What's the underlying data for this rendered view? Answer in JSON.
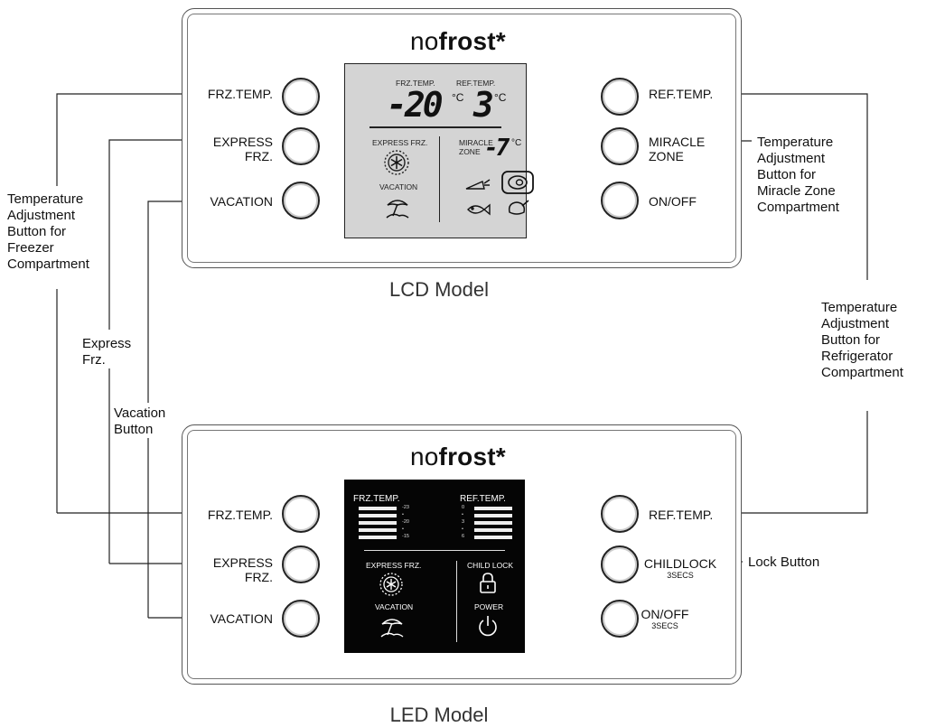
{
  "lcd_model": {
    "logo_plain": "no",
    "logo_bold": "frost*",
    "caption": "LCD Model",
    "left_buttons": [
      "FRZ.TEMP.",
      "EXPRESS\nFRZ.",
      "VACATION"
    ],
    "right_buttons": [
      "REF.TEMP.",
      "MIRACLE\nZONE",
      "ON/OFF"
    ],
    "display": {
      "frz_label": "FRZ.TEMP.",
      "frz_value": "-20",
      "ref_label": "REF.TEMP.",
      "ref_value": "3",
      "unit": "°C",
      "express_label": "EXPRESS FRZ.",
      "vacation_label": "VACATION",
      "miracle_label": "MIRACLE\nZONE",
      "miracle_value": "-7"
    }
  },
  "led_model": {
    "logo_plain": "no",
    "logo_bold": "frost*",
    "caption": "LED Model",
    "left_buttons": [
      "FRZ.TEMP.",
      "EXPRESS\nFRZ.",
      "VACATION"
    ],
    "right_buttons": [
      {
        "label": "REF.TEMP.",
        "sub": ""
      },
      {
        "label": "CHILDLOCK",
        "sub": "3SECS"
      },
      {
        "label": "ON/OFF",
        "sub": "3SECS"
      }
    ],
    "display": {
      "frz_label": "FRZ.TEMP.",
      "frz_ticks": [
        "-23",
        "•",
        "-20",
        "•",
        "-15"
      ],
      "ref_label": "REF.TEMP.",
      "ref_ticks": [
        "0",
        "•",
        "3",
        "•",
        "6"
      ],
      "express_label": "EXPRESS FRZ.",
      "vacation_label": "VACATION",
      "childlock_label": "CHILD LOCK",
      "power_label": "POWER"
    }
  },
  "annotations": {
    "freezer_temp": "Temperature\nAdjustment\nButton for\nFreezer\nCompartment",
    "express_frz": "Express\nFrz.",
    "vacation": "Vacation\nButton",
    "miracle_zone": "Temperature\nAdjustment\nButton for\nMiracle Zone\nCompartment",
    "refrigerator": "Temperature\nAdjustment\nButton for\nRefrigerator\nCompartment",
    "lock": "Lock Button"
  },
  "colors": {
    "line": "#222222",
    "lcd_bg": "#d4d4d4",
    "led_bg": "#050505"
  }
}
